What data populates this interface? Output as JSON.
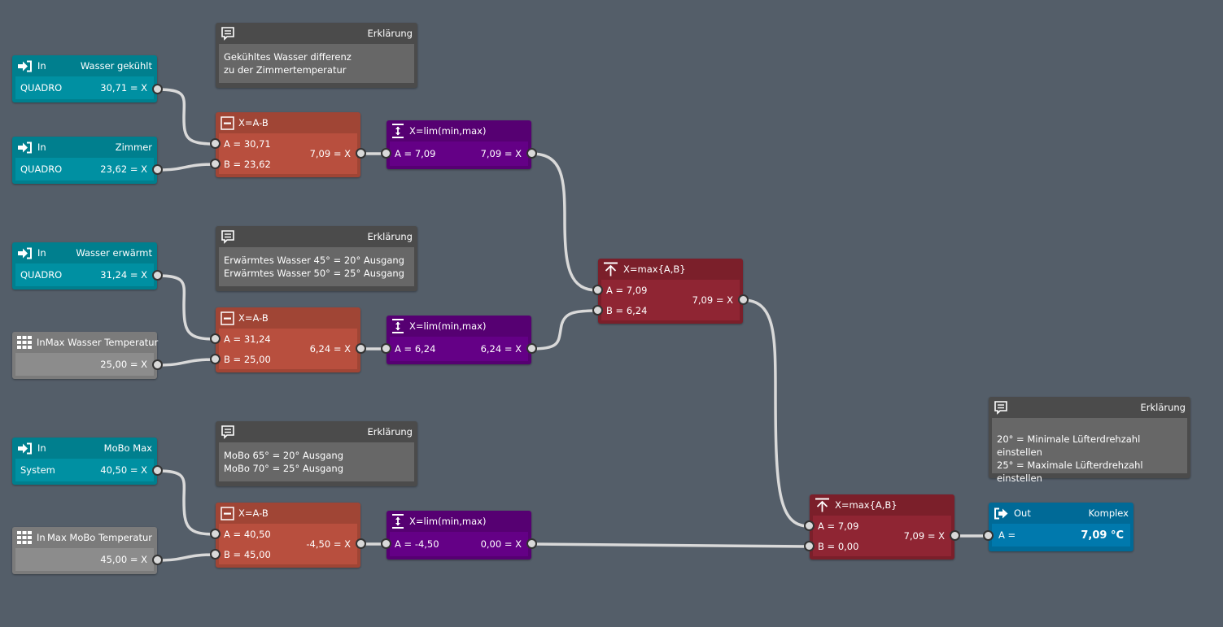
{
  "colors": {
    "background": "#545e69",
    "input_node": "#0090a2",
    "constant_node": "#8c8c8c",
    "subtract_node": "#b84f3e",
    "limit_node": "#640086",
    "max_node": "#8f2533",
    "output_node": "#0079ad",
    "comment_node": "#676767",
    "wire": "#d9d9d9"
  },
  "inputs": [
    {
      "kind": "In",
      "name": "Wasser gekühlt",
      "source": "QUADRO",
      "value": "30,71 = X",
      "icon": "sign-in-icon"
    },
    {
      "kind": "In",
      "name": "Zimmer",
      "source": "QUADRO",
      "value": "23,62 = X",
      "icon": "sign-in-icon"
    },
    {
      "kind": "In",
      "name": "Wasser erwärmt",
      "source": "QUADRO",
      "value": "31,24 = X",
      "icon": "sign-in-icon"
    },
    {
      "kind": "In",
      "name": "MoBo Max",
      "source": "System",
      "value": "40,50 = X",
      "icon": "sign-in-icon"
    }
  ],
  "constants": [
    {
      "kind": "In",
      "name": "Max Wasser Temperatur",
      "value": "25,00 = X",
      "icon": "grid-icon"
    },
    {
      "kind": "In",
      "name": "Max MoBo Temperatur",
      "value": "45,00 = X",
      "icon": "grid-icon"
    }
  ],
  "subtracts": [
    {
      "title": "X=A-B",
      "a": "A = 30,71",
      "b": "B = 23,62",
      "out": "7,09 = X",
      "icon": "minus-box-icon"
    },
    {
      "title": "X=A-B",
      "a": "A = 31,24",
      "b": "B = 25,00",
      "out": "6,24 = X",
      "icon": "minus-box-icon"
    },
    {
      "title": "X=A-B",
      "a": "A = 40,50",
      "b": "B = 45,00",
      "out": "-4,50 = X",
      "icon": "minus-box-icon"
    }
  ],
  "limits": [
    {
      "title": "X=lim(min,max)",
      "a": "A = 7,09",
      "out": "7,09 = X",
      "icon": "limit-icon"
    },
    {
      "title": "X=lim(min,max)",
      "a": "A = 6,24",
      "out": "6,24 = X",
      "icon": "limit-icon"
    },
    {
      "title": "X=lim(min,max)",
      "a": "A = -4,50",
      "out": "0,00 = X",
      "icon": "limit-icon"
    }
  ],
  "maxes": [
    {
      "title": "X=max{A,B}",
      "a": "A = 7,09",
      "b": "B = 6,24",
      "out": "7,09 = X",
      "icon": "max-icon"
    },
    {
      "title": "X=max{A,B}",
      "a": "A = 7,09",
      "b": "B = 0,00",
      "out": "7,09 = X",
      "icon": "max-icon"
    }
  ],
  "output": {
    "kind": "Out",
    "name": "Komplex",
    "a_label": "A =",
    "value": "7,09 °C",
    "icon": "sign-out-icon"
  },
  "notes": [
    {
      "title": "Erklärung",
      "line1": "Gekühltes Wasser differenz",
      "line2": "zu der Zimmertemperatur",
      "icon": "comment-icon"
    },
    {
      "title": "Erklärung",
      "line1": "Erwärmtes Wasser 45° = 20° Ausgang",
      "line2": "Erwärmtes Wasser 50° = 25° Ausgang",
      "icon": "comment-icon"
    },
    {
      "title": "Erklärung",
      "line1": "MoBo 65° = 20° Ausgang",
      "line2": "MoBo 70° = 25° Ausgang",
      "icon": "comment-icon"
    },
    {
      "title": "Erklärung",
      "line1": "20° = Minimale Lüfterdrehzahl einstellen",
      "line2": "25° = Maximale Lüfterdrehzahl einstellen",
      "icon": "comment-icon"
    }
  ]
}
